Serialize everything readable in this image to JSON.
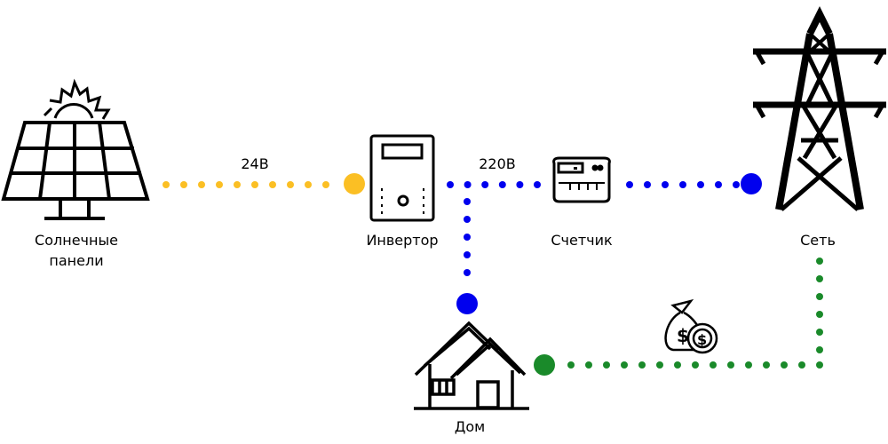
{
  "labels": {
    "solar_line1": "Солнечные",
    "solar_line2": "панели",
    "inverter": "Инвертор",
    "meter": "Счетчик",
    "grid": "Сеть",
    "house": "Дом",
    "dc_voltage": "24В",
    "ac_voltage": "220В"
  },
  "icons": {
    "solar_panel": "solar-panel-icon",
    "inverter": "inverter-icon",
    "meter": "electric-meter-icon",
    "grid": "power-tower-icon",
    "house": "house-icon",
    "money": "money-bag-coin-icon"
  },
  "colors": {
    "dc_line": "#fbbf24",
    "ac_line": "#0000ee",
    "export_line": "#1a8a2a",
    "icon_stroke": "#000000"
  }
}
